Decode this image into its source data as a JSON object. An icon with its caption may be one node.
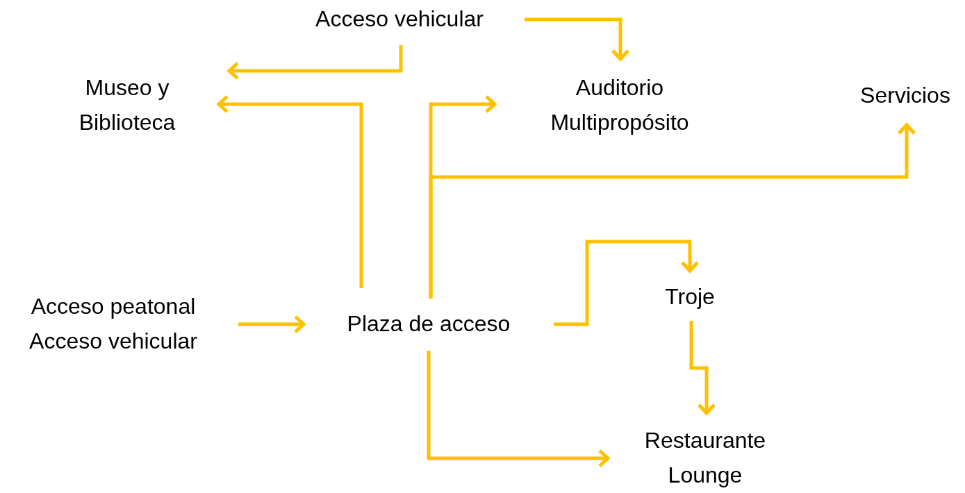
{
  "diagram": {
    "nodes": [
      {
        "text": [
          "Acceso vehicular"
        ]
      },
      {
        "text": [
          "Museo y Biblioteca"
        ]
      },
      {
        "text": [
          "Auditorio Multipropósito"
        ]
      },
      {
        "text": [
          "Servicios"
        ]
      },
      {
        "text": [
          "Acceso peatonal",
          "Acceso vehicular"
        ]
      },
      {
        "text": [
          "Plaza de acceso"
        ]
      },
      {
        "text": [
          "Troje"
        ]
      },
      {
        "text": [
          "Restaurante Lounge"
        ]
      }
    ],
    "edges": [
      {
        "from": 0,
        "to": 2,
        "arrow": "to"
      },
      {
        "from": 0,
        "to": 1,
        "arrow": "to"
      },
      {
        "from": 5,
        "to": 1,
        "arrow": "to"
      },
      {
        "from": 5,
        "to": 2,
        "arrow": "to"
      },
      {
        "from": 5,
        "to": 3,
        "arrow": "to"
      },
      {
        "from": 4,
        "to": 5,
        "arrow": "to"
      },
      {
        "from": 5,
        "to": 6,
        "arrow": "to"
      },
      {
        "from": 6,
        "to": 7,
        "arrow": "to"
      },
      {
        "from": 5,
        "to": 7,
        "arrow": "to"
      }
    ]
  }
}
